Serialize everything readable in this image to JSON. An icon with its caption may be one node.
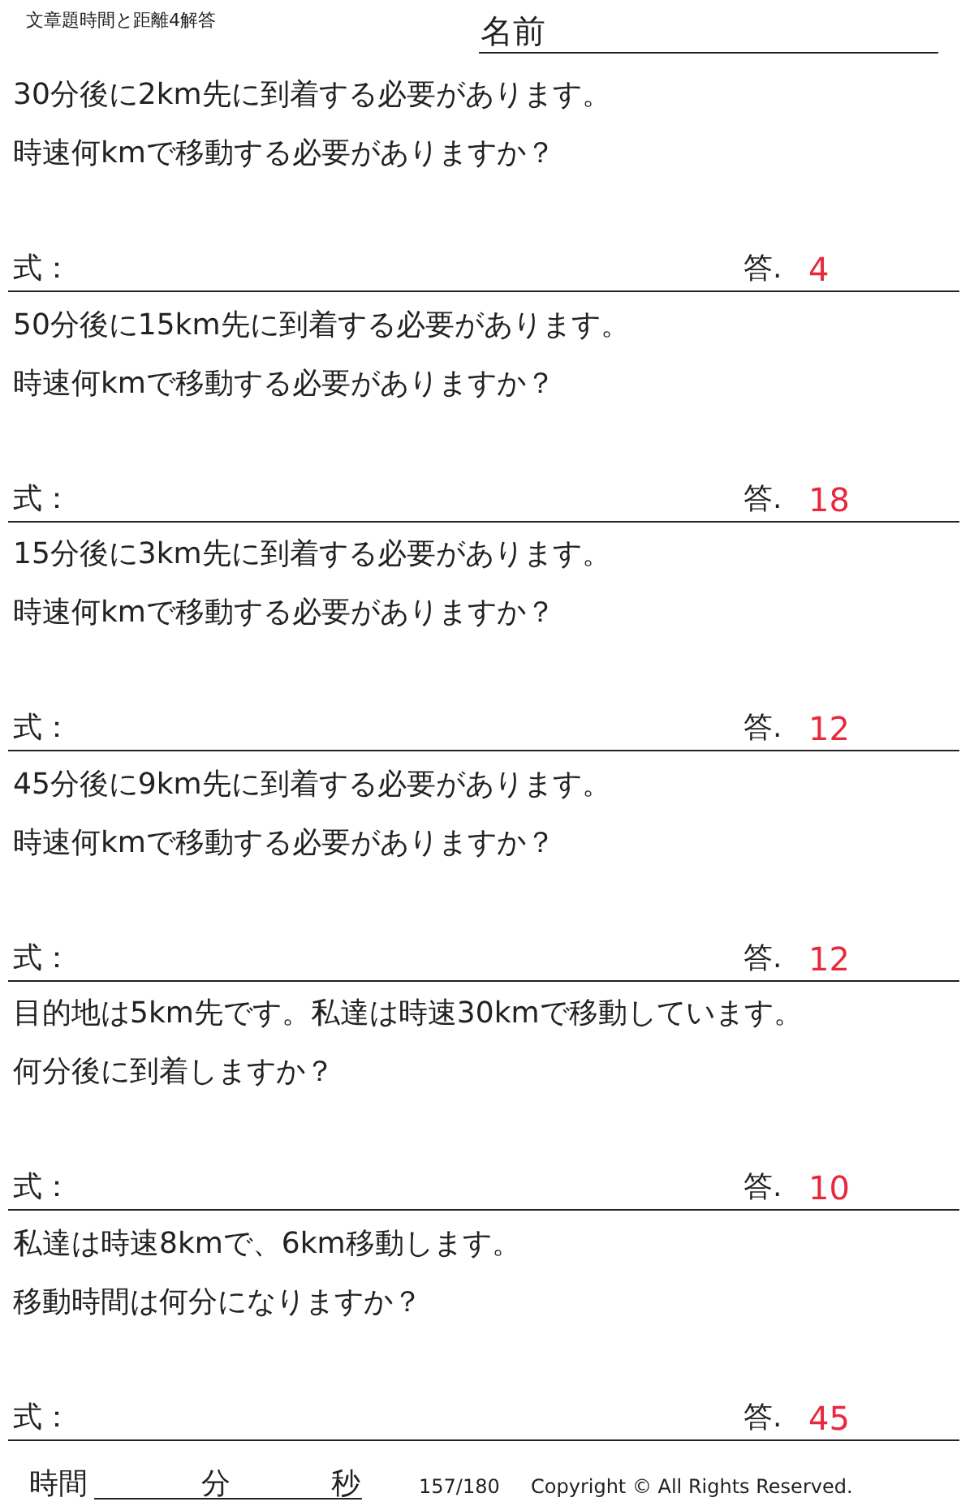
{
  "diagram": {
    "title": "文章題時間と距離4解答",
    "labels": [
      "名前",
      "30分後に2km先に到着する必要があります。",
      "時速何kmで移動する必要がありますか？",
      "式：",
      "答.",
      "4",
      "50分後に15km先に到着する必要があります。",
      "時速何kmで移動する必要がありますか？",
      "式：",
      "答.",
      "18",
      "15分後に3km先に到着する必要があります。",
      "時速何kmで移動する必要がありますか？",
      "式：",
      "答.",
      "12",
      "45分後に9km先に到着する必要があります。",
      "時速何kmで移動する必要がありますか？",
      "式：",
      "答.",
      "12",
      "目的地は5km先です。私達は時速30kmで移動しています。",
      "何分後に到着しますか？",
      "式：",
      "答.",
      "10",
      "私達は時速8kmで、6km移動します。",
      "移動時間は何分になりますか？",
      "式：",
      "答.",
      "45",
      "時間",
      "分",
      "秒",
      "157/180",
      "Copyright ©  All Rights Reserved."
    ]
  }
}
